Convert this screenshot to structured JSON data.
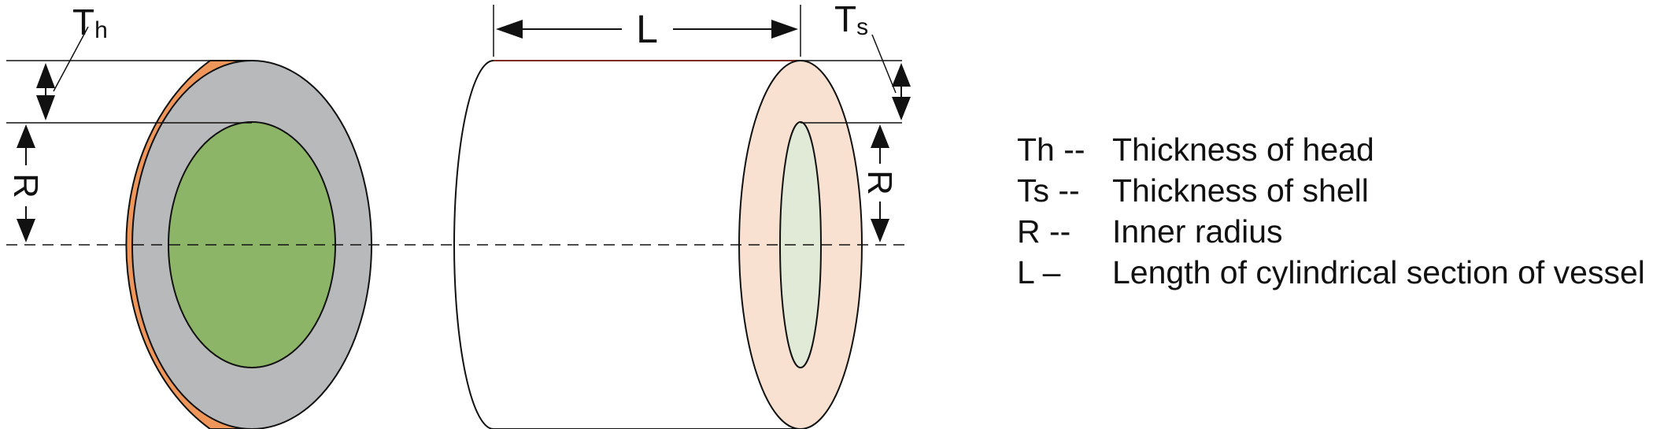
{
  "labels": {
    "th_main": "T",
    "th_sub": "h",
    "ts_main": "T",
    "ts_sub": "s",
    "length": "L",
    "radius_left": "R",
    "radius_right": "R"
  },
  "legend": [
    {
      "key": "Th --",
      "text": "Thickness of head"
    },
    {
      "key": "Ts --",
      "text": "Thickness of shell"
    },
    {
      "key": "R --",
      "text": "Inner radius"
    },
    {
      "key": "L –",
      "text": "Length of cylindrical section of vessel"
    }
  ],
  "colors": {
    "head_side": "#ef965a",
    "head_face": "#b7b9bb",
    "head_inner": "#8cb567",
    "shell_body": "#ffffff",
    "shell_end": "#f8e1d1",
    "shell_inner": "#e1ead6",
    "stroke": "#111111"
  }
}
